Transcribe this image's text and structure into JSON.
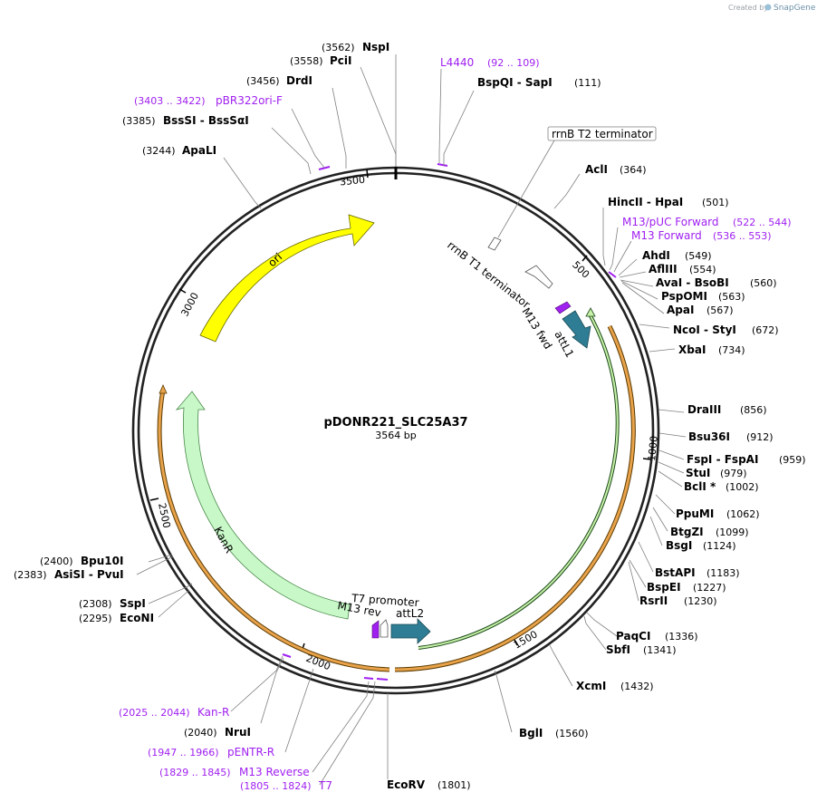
{
  "watermark": {
    "prefix": "Created by",
    "brand": "SnapGene"
  },
  "plasmid": {
    "name": "pDONR221_SLC25A37",
    "size": "3564 bp"
  },
  "ticks": [
    "500",
    "1000",
    "1500",
    "2000",
    "2500",
    "3000",
    "3500"
  ],
  "features": {
    "ori": "ori",
    "kanr": "KanR",
    "attl1": "attL1",
    "attl2": "attL2",
    "m13fwd": "M13 fwd",
    "m13rev": "M13 rev",
    "t7promoter": "T7 promoter",
    "rrnb_t1": "rrnB T1 terminator",
    "rrnb_t2": "rrnB T2 terminator"
  },
  "sites": [
    {
      "pos": "(3562)",
      "name": "NspI"
    },
    {
      "pos": "(3558)",
      "name": "PciI"
    },
    {
      "pos": "(3456)",
      "name": "DrdI"
    },
    {
      "pos": "(3385)",
      "name": "BssSI  -  BssSαI"
    },
    {
      "pos": "(3244)",
      "name": "ApaLI"
    },
    {
      "name": "BspQI  -  SapI",
      "pos": "(111)"
    },
    {
      "name": "AclI",
      "pos": "(364)"
    },
    {
      "name": "HincII  -  HpaI",
      "pos": "(501)"
    },
    {
      "name": "AhdI",
      "pos": "(549)"
    },
    {
      "name": "AflIII",
      "pos": "(554)"
    },
    {
      "name": "AvaI  -  BsoBI",
      "pos": "(560)"
    },
    {
      "name": "PspOMI",
      "pos": "(563)"
    },
    {
      "name": "ApaI",
      "pos": "(567)"
    },
    {
      "name": "NcoI  -  StyI",
      "pos": "(672)"
    },
    {
      "name": "XbaI",
      "pos": "(734)"
    },
    {
      "name": "DraIII",
      "pos": "(856)"
    },
    {
      "name": "Bsu36I",
      "pos": "(912)"
    },
    {
      "name": "FspI  -  FspAI",
      "pos": "(959)"
    },
    {
      "name": "StuI",
      "pos": "(979)"
    },
    {
      "name": "BclI *",
      "pos": "(1002)"
    },
    {
      "name": "PpuMI",
      "pos": "(1062)"
    },
    {
      "name": "BtgZI",
      "pos": "(1099)"
    },
    {
      "name": "BsgI",
      "pos": "(1124)"
    },
    {
      "name": "BstAPI",
      "pos": "(1183)"
    },
    {
      "name": "BspEI",
      "pos": "(1227)"
    },
    {
      "name": "RsrII",
      "pos": "(1230)"
    },
    {
      "name": "PaqCI",
      "pos": "(1336)"
    },
    {
      "name": "SbfI",
      "pos": "(1341)"
    },
    {
      "name": "XcmI",
      "pos": "(1432)"
    },
    {
      "name": "BglI",
      "pos": "(1560)"
    },
    {
      "name": "EcoRV",
      "pos": "(1801)"
    },
    {
      "pos": "(2040)",
      "name": "NruI"
    },
    {
      "pos": "(2308)",
      "name": "SspI"
    },
    {
      "pos": "(2295)",
      "name": "EcoNI"
    },
    {
      "pos": "(2400)",
      "name": "Bpu10I"
    },
    {
      "pos": "(2383)",
      "name": "AsiSI  -  PvuI"
    }
  ],
  "primers": [
    {
      "name": "L4440",
      "range": "(92 .. 109)"
    },
    {
      "range": "(3403 .. 3422)",
      "name": "pBR322ori-F"
    },
    {
      "name": "M13/pUC Forward",
      "range": "(522 .. 544)"
    },
    {
      "name": "M13 Forward",
      "range": "(536 .. 553)"
    },
    {
      "range": "(2025 .. 2044)",
      "name": "Kan-R"
    },
    {
      "range": "(1947 .. 1966)",
      "name": "pENTR-R"
    },
    {
      "range": "(1829 .. 1845)",
      "name": "M13 Reverse"
    },
    {
      "range": "(1805 .. 1824)",
      "name": "T7"
    }
  ],
  "colors": {
    "backbone": "#222222",
    "ori": "#ffff00",
    "kanr": "#c8f8c8",
    "att": "#2f7d94",
    "primer": "#a020f0",
    "orange_track": "#e8a24a",
    "green_track": "#2aa02a",
    "leader": "#808080"
  }
}
